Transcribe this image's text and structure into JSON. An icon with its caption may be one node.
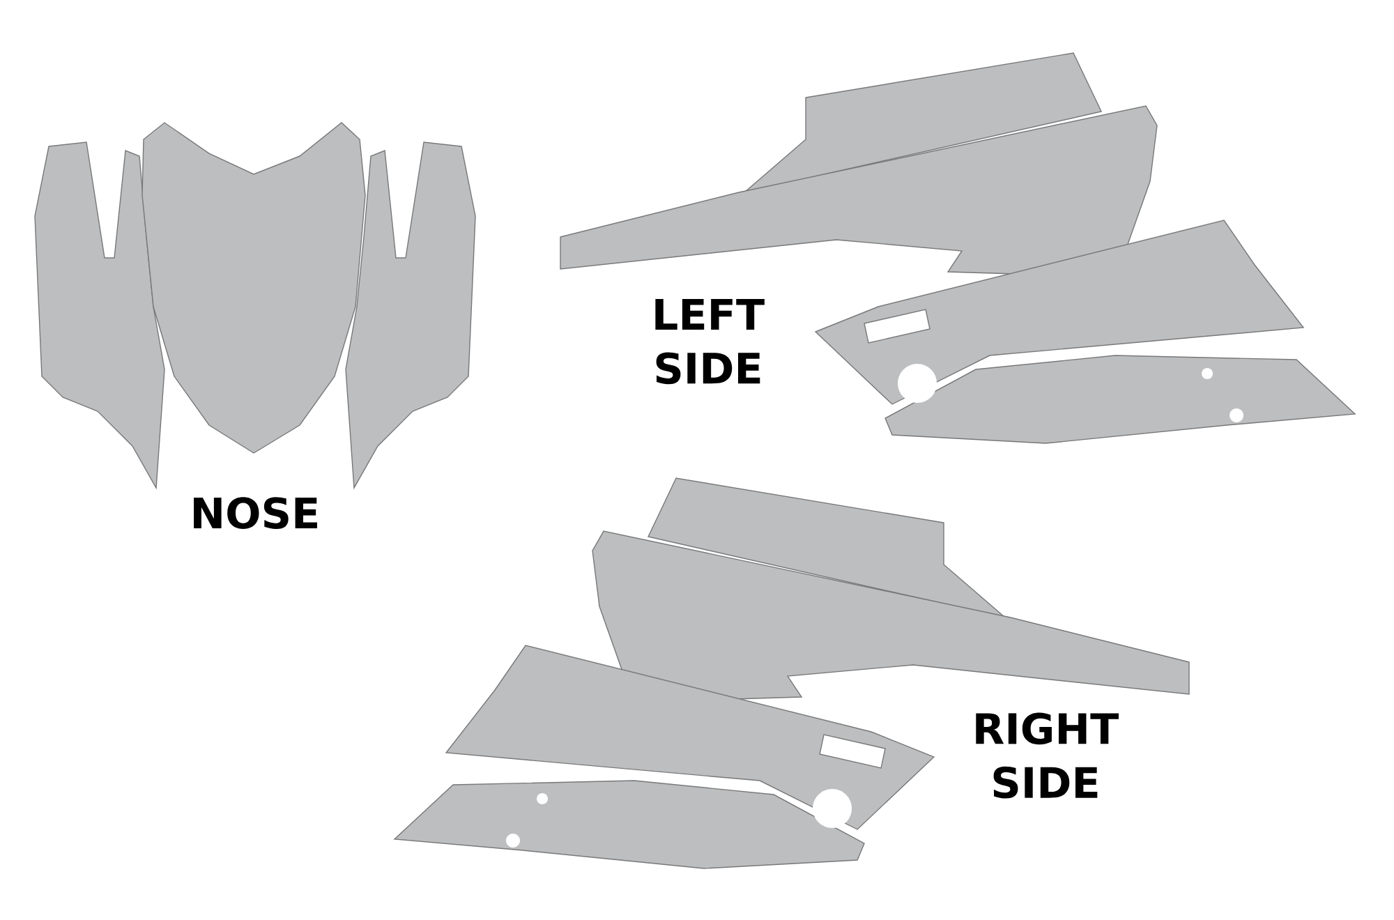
{
  "diagram": {
    "labels": [
      "LEFT SIDE",
      "NOSE",
      "RIGHT SIDE"
    ]
  }
}
